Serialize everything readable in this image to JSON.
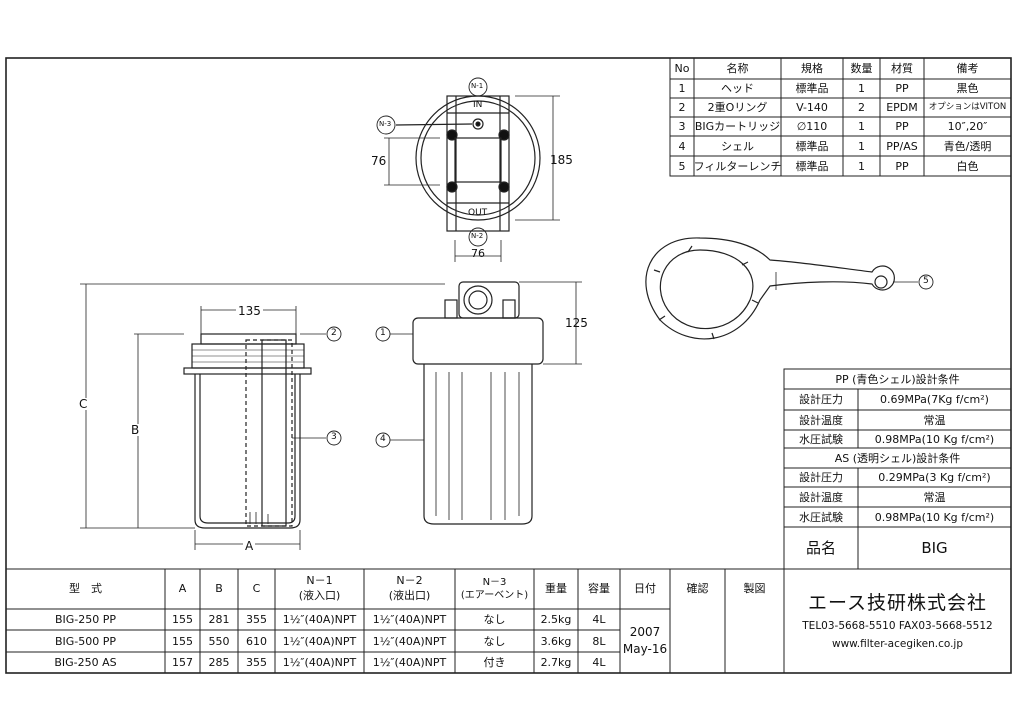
{
  "parts_table": {
    "headers": [
      "No",
      "名称",
      "規格",
      "数量",
      "材質",
      "備考"
    ],
    "rows": [
      [
        "1",
        "ヘッド",
        "標準品",
        "1",
        "PP",
        "黒色"
      ],
      [
        "2",
        "2重Oリング",
        "V-140",
        "2",
        "EPDM",
        "オプションはVITON"
      ],
      [
        "3",
        "BIGカートリッジ",
        "∅110",
        "1",
        "PP",
        "10″,20″"
      ],
      [
        "4",
        "シェル",
        "標準品",
        "1",
        "PP/AS",
        "青色/透明"
      ],
      [
        "5",
        "フィルターレンチ",
        "標準品",
        "1",
        "PP",
        "白色"
      ]
    ]
  },
  "conditions": {
    "pp_title": "PP (青色シェル)設計条件",
    "as_title": "AS (透明シェル)設計条件",
    "pp_rows": [
      [
        "設計圧力",
        "0.69MPa(7Kg f/cm²)"
      ],
      [
        "設計温度",
        "常温"
      ],
      [
        "水圧試験",
        "0.98MPa(10 Kg f/cm²)"
      ]
    ],
    "as_rows": [
      [
        "設計圧力",
        "0.29MPa(3 Kg f/cm²)"
      ],
      [
        "設計温度",
        "常温"
      ],
      [
        "水圧試験",
        "0.98MPa(10 Kg f/cm²)"
      ]
    ],
    "product_label": "品名",
    "product_value": "BIG"
  },
  "spec_table": {
    "headers": [
      "型　式",
      "A",
      "B",
      "C",
      "N－1\n(液入口)",
      "N－2\n(液出口)",
      "N－3\n(エアーベント)",
      "重量",
      "容量",
      "日付",
      "確認",
      "製図"
    ],
    "rows": [
      [
        "BIG-250 PP",
        "155",
        "281",
        "355",
        "1½″(40A)NPT",
        "1½″(40A)NPT",
        "なし",
        "2.5kg",
        "4L"
      ],
      [
        "BIG-500 PP",
        "155",
        "550",
        "610",
        "1½″(40A)NPT",
        "1½″(40A)NPT",
        "なし",
        "3.6kg",
        "8L"
      ],
      [
        "BIG-250 AS",
        "157",
        "285",
        "355",
        "1½″(40A)NPT",
        "1½″(40A)NPT",
        "付き",
        "2.7kg",
        "4L"
      ]
    ],
    "date": "2007\nMay-16"
  },
  "company": {
    "name": "エース技研株式会社",
    "tel_fax": "TEL03-5668-5510 FAX03-5668-5512",
    "url": "www.filter-acegiken.co.jp"
  },
  "drawing_labels": {
    "in": "IN",
    "out": "OUT",
    "n1": "N-1",
    "n2": "N-2",
    "n3": "N-3",
    "dim_185": "185",
    "dim_76v": "76",
    "dim_76h": "76",
    "dim_135": "135",
    "dim_125": "125",
    "dim_a": "A",
    "dim_b": "B",
    "dim_c": "C",
    "callout_1": "1",
    "callout_2": "2",
    "callout_3": "3",
    "callout_4": "4",
    "callout_5": "5"
  }
}
